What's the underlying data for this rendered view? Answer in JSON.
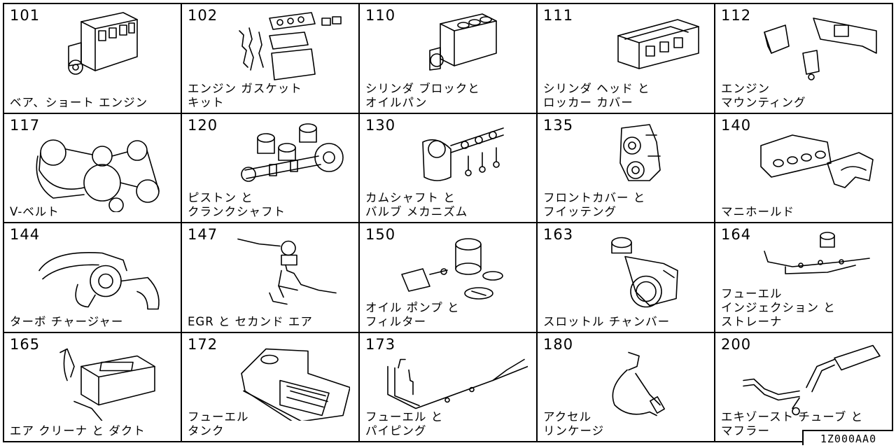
{
  "sections": [
    {
      "code": "101",
      "lines": [
        "ベア、ショート エンジン"
      ]
    },
    {
      "code": "102",
      "lines": [
        "エンジン ガスケット",
        "キット"
      ]
    },
    {
      "code": "110",
      "lines": [
        "シリンダ ブロックと",
        "オイルパン"
      ]
    },
    {
      "code": "111",
      "lines": [
        "シリンダ ヘッド と",
        "ロッカー カバー"
      ]
    },
    {
      "code": "112",
      "lines": [
        "エンジン",
        "マウンティング"
      ]
    },
    {
      "code": "117",
      "lines": [
        "V-ベルト"
      ]
    },
    {
      "code": "120",
      "lines": [
        "ピストン と",
        "クランクシャフト"
      ]
    },
    {
      "code": "130",
      "lines": [
        "カムシャフト と",
        "バルブ メカニズム"
      ]
    },
    {
      "code": "135",
      "lines": [
        "フロントカバー と",
        "フイッテング"
      ]
    },
    {
      "code": "140",
      "lines": [
        "マニホールド"
      ]
    },
    {
      "code": "144",
      "lines": [
        "ターボ チャージャー"
      ]
    },
    {
      "code": "147",
      "lines": [
        "EGR と セカンド エア"
      ]
    },
    {
      "code": "150",
      "lines": [
        "オイル ポンプ と",
        "フィルター"
      ]
    },
    {
      "code": "163",
      "lines": [
        "スロットル チャンバー"
      ]
    },
    {
      "code": "164",
      "lines": [
        "フューエル",
        "インジェクション と",
        "ストレーナ"
      ]
    },
    {
      "code": "165",
      "lines": [
        "エア クリーナ と ダクト"
      ]
    },
    {
      "code": "172",
      "lines": [
        "フューエル",
        "タンク"
      ]
    },
    {
      "code": "173",
      "lines": [
        "フューエル と",
        "パイピング"
      ]
    },
    {
      "code": "180",
      "lines": [
        "アクセル",
        "リンケージ"
      ]
    },
    {
      "code": "200",
      "lines": [
        "エキゾースト チューブ と",
        "マフラー"
      ]
    }
  ],
  "diagram_code": "1Z000AA0"
}
